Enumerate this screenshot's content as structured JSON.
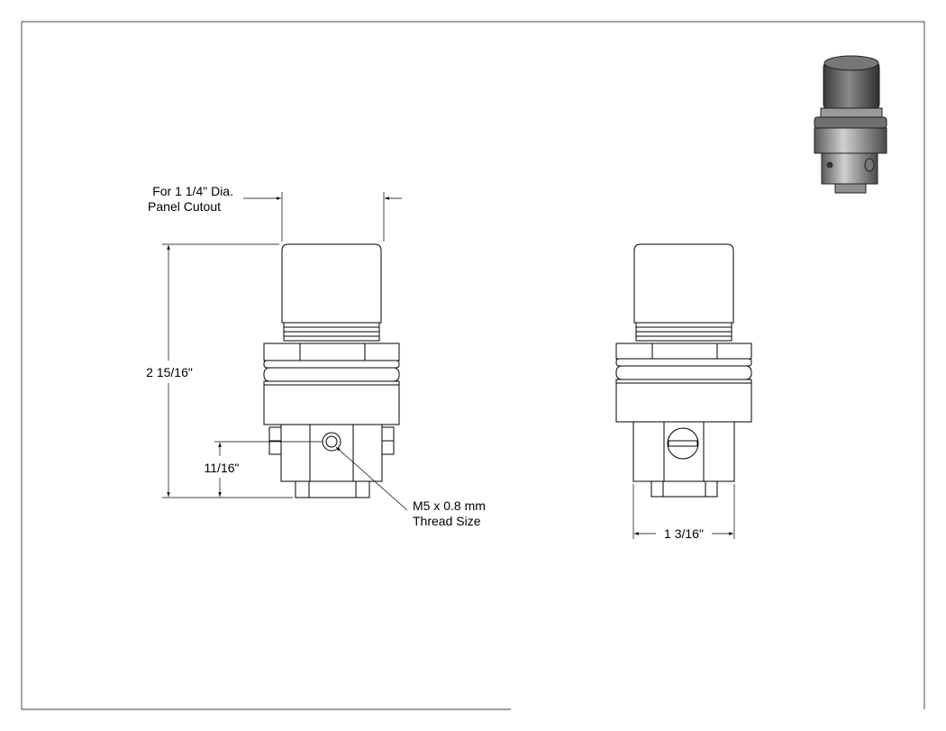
{
  "dimensions": {
    "panel_cutout_line1": "For 1 1/4\" Dia.",
    "panel_cutout_line2": "Panel Cutout",
    "overall_height": "2 15/16\"",
    "port_height": "11/16\"",
    "thread_line1": "M5 x 0.8 mm",
    "thread_line2": "Thread Size",
    "body_width": "1 3/16\""
  },
  "colors": {
    "line": "#000000",
    "paper": "#ffffff",
    "render_dark": "#4a4a4a",
    "render_mid": "#8c8c8c",
    "render_light": "#c8c8c8"
  }
}
